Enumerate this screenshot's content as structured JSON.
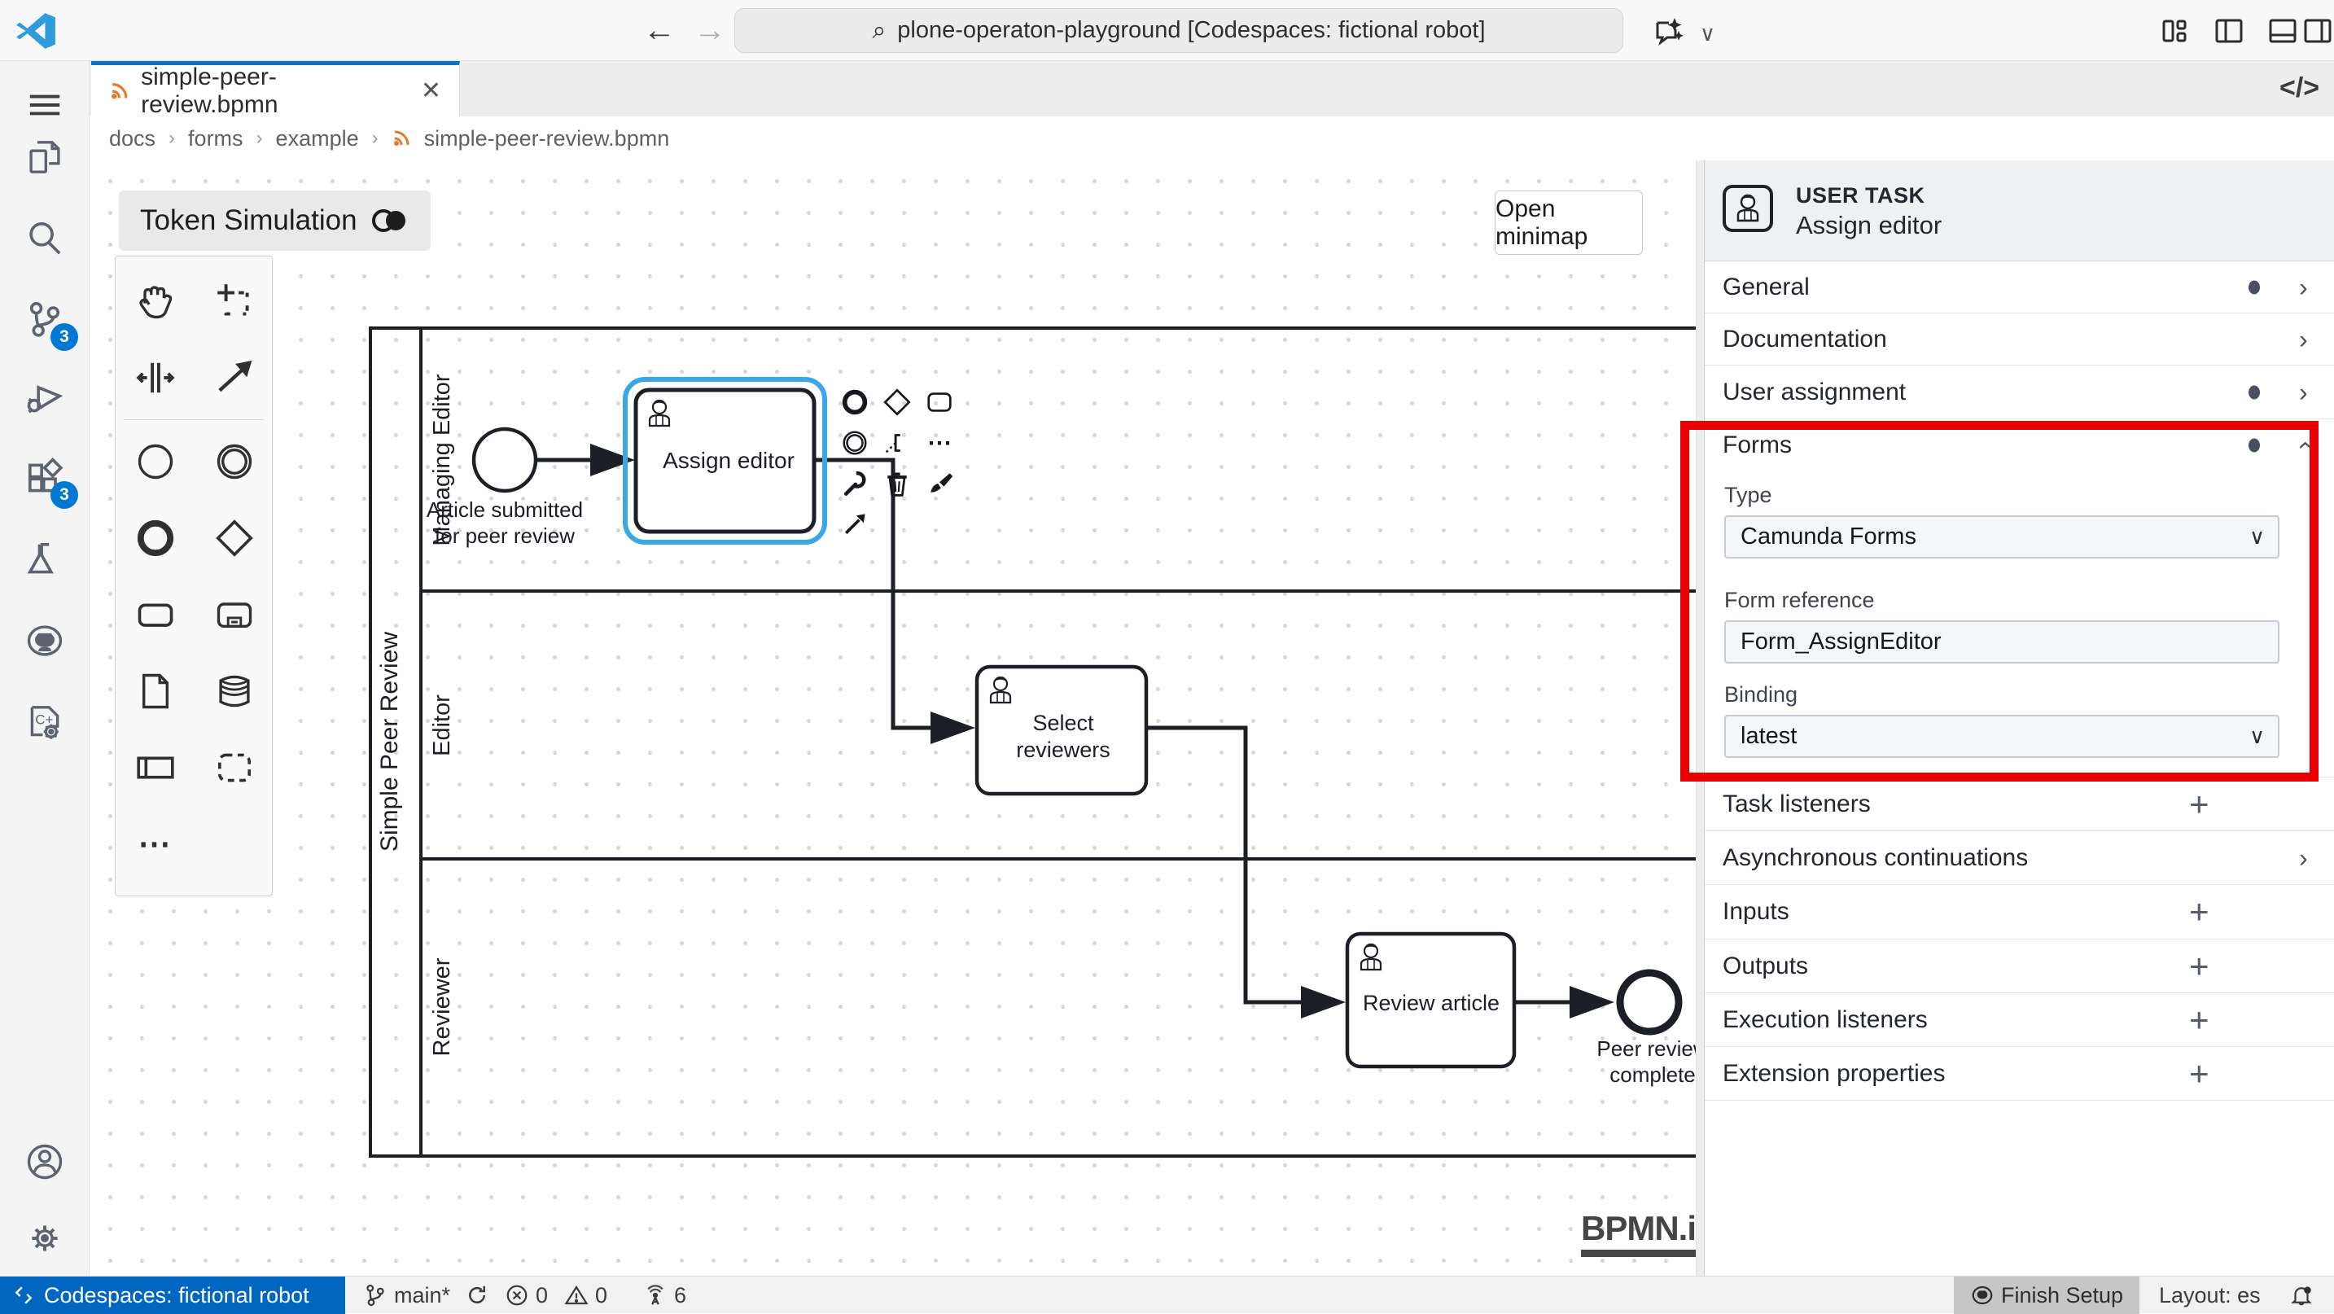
{
  "titlebar": {
    "search_text": "plone-operaton-playground [Codespaces: fictional robot]"
  },
  "tab": {
    "label": "simple-peer-review.bpmn",
    "close": "✕"
  },
  "breadcrumb": {
    "items": [
      "docs",
      "forms",
      "example"
    ],
    "file": "simple-peer-review.bpmn",
    "sep": "›"
  },
  "activity_bar": {
    "scm_badge": "3",
    "extensions_badge": "3"
  },
  "canvas": {
    "token_simulation_label": "Token Simulation",
    "open_minimap_label": "Open minimap",
    "watermark": "BPMN.iO",
    "ellipsis": "⋯"
  },
  "diagram": {
    "pool_label": "Simple Peer Review",
    "lanes": [
      "Managing Editor",
      "Editor",
      "Reviewer"
    ],
    "start_event_label_line1": "Article submitted",
    "start_event_label_line2": "for peer review",
    "task_assign_editor": "Assign editor",
    "task_select_line1": "Select",
    "task_select_line2": "reviewers",
    "task_review_article": "Review article",
    "end_event_label_line1": "Peer review",
    "end_event_label_line2": "complete"
  },
  "panel": {
    "element_type": "USER TASK",
    "element_name": "Assign editor",
    "general": "General",
    "documentation": "Documentation",
    "user_assignment": "User assignment",
    "forms": "Forms",
    "type_label": "Type",
    "type_value": "Camunda Forms",
    "form_reference_label": "Form reference",
    "form_reference_value": "Form_AssignEditor",
    "binding_label": "Binding",
    "binding_value": "latest",
    "task_listeners": "Task listeners",
    "async_continuations": "Asynchronous continuations",
    "inputs": "Inputs",
    "outputs": "Outputs",
    "execution_listeners": "Execution listeners",
    "extension_properties": "Extension properties",
    "plus": "+",
    "chevron": "›",
    "select_chevron": "∨"
  },
  "statusbar": {
    "remote": "Codespaces: fictional robot",
    "branch": "main*",
    "errors": "0",
    "warnings": "0",
    "ports": "6",
    "finish_setup": "Finish Setup",
    "layout": "Layout: es"
  },
  "colors": {
    "selection_blue": "#3aa7e8",
    "tab_accent": "#0a74cf",
    "badge_blue": "#0078d4",
    "remote_blue": "#0066bf",
    "annotation_red": "#e90000",
    "file_icon_orange": "#e8772e",
    "stroke_dark": "#1d1f27"
  }
}
